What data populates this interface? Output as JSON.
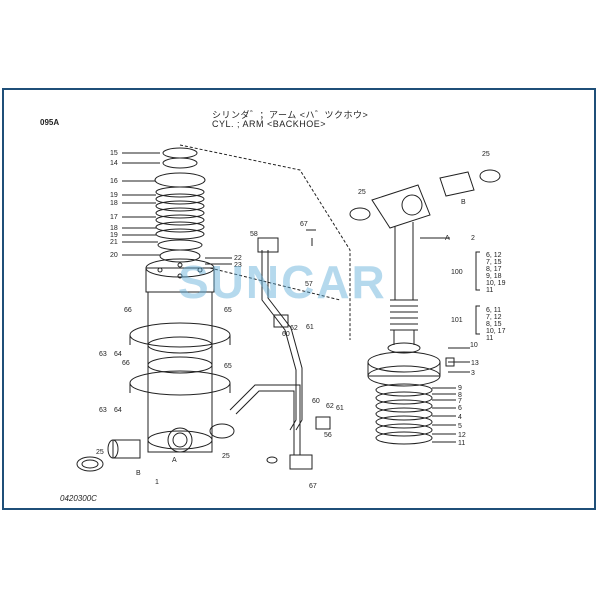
{
  "header": {
    "code": "095A",
    "title_jp": "シリンダ゛；アーム <ハ゛ツクホウ>",
    "title_en": "CYL. ; ARM <BACKHOE>"
  },
  "footer": {
    "drawing_number": "0420300C"
  },
  "watermark": {
    "text": "SUNCAR",
    "color": "#5aaad7"
  },
  "frame_color": "#1f4f78",
  "callouts": {
    "left": [
      "15",
      "14",
      "16",
      "19",
      "18",
      "17",
      "18",
      "19",
      "21",
      "20",
      "22",
      "23",
      "66",
      "65",
      "63",
      "64",
      "66",
      "65",
      "63",
      "64",
      "25",
      "25",
      "B",
      "A",
      "1"
    ],
    "middle": [
      "58",
      "67",
      "57",
      "60",
      "62",
      "61",
      "56",
      "60",
      "62",
      "61",
      "67"
    ],
    "right": [
      "25",
      "25",
      "B",
      "A",
      "2",
      "100",
      "101",
      "10",
      "13",
      "3",
      "9",
      "8",
      "7",
      "6",
      "4",
      "5",
      "12",
      "11"
    ],
    "group_100": [
      "6, 12",
      "7, 15",
      "8, 17",
      "9, 18",
      "10, 19",
      "11"
    ],
    "group_101": [
      "6, 11",
      "7, 12",
      "8, 15",
      "10, 17",
      "11"
    ]
  }
}
